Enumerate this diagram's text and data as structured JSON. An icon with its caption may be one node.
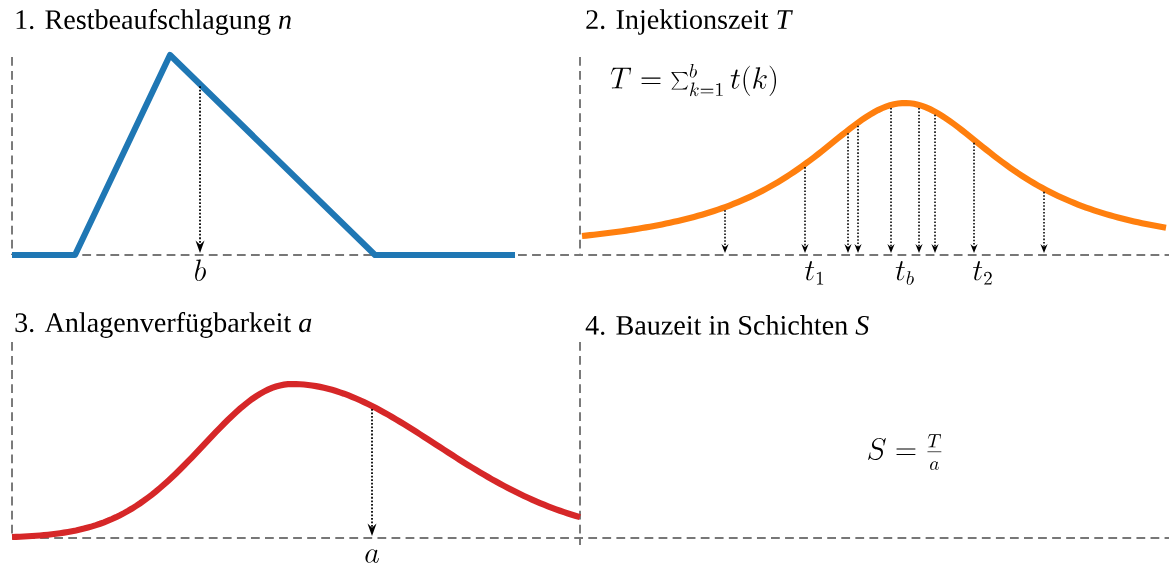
{
  "diagram": {
    "labels": [
      "1. Restbeaufschlagung *n*",
      "b",
      "2. Injektionszeit *T*",
      "T = \\sum_{k=1}^{b} t(k)",
      "t_1",
      "t_b",
      "t_2",
      "3. Anlagenverfügbarkeit *a*",
      "a",
      "4. Bauzeit in Schichten *S*",
      "S = \\frac{T}{a}"
    ]
  }
}
